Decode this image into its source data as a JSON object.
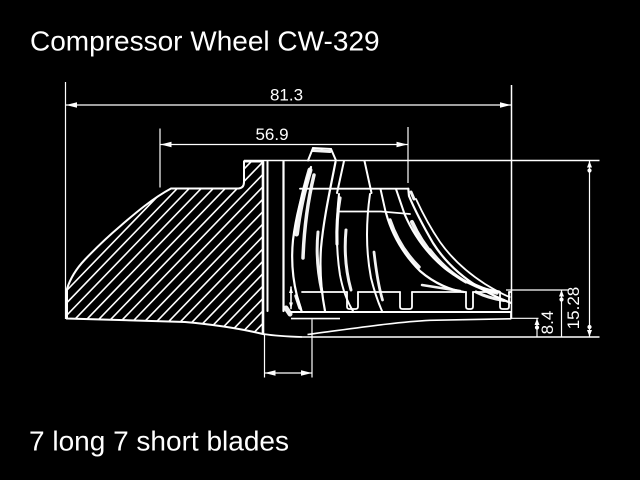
{
  "title": "Compressor Wheel CW-329",
  "caption": "7 long 7 short blades",
  "colors": {
    "background": "#000000",
    "ink": "#ffffff"
  },
  "dimensions": {
    "overall_width": {
      "label": "81.3"
    },
    "inducer_width": {
      "label": "56.9"
    },
    "back_step_height": {
      "label": "8.4"
    },
    "tip_height": {
      "label": "15.28"
    }
  }
}
